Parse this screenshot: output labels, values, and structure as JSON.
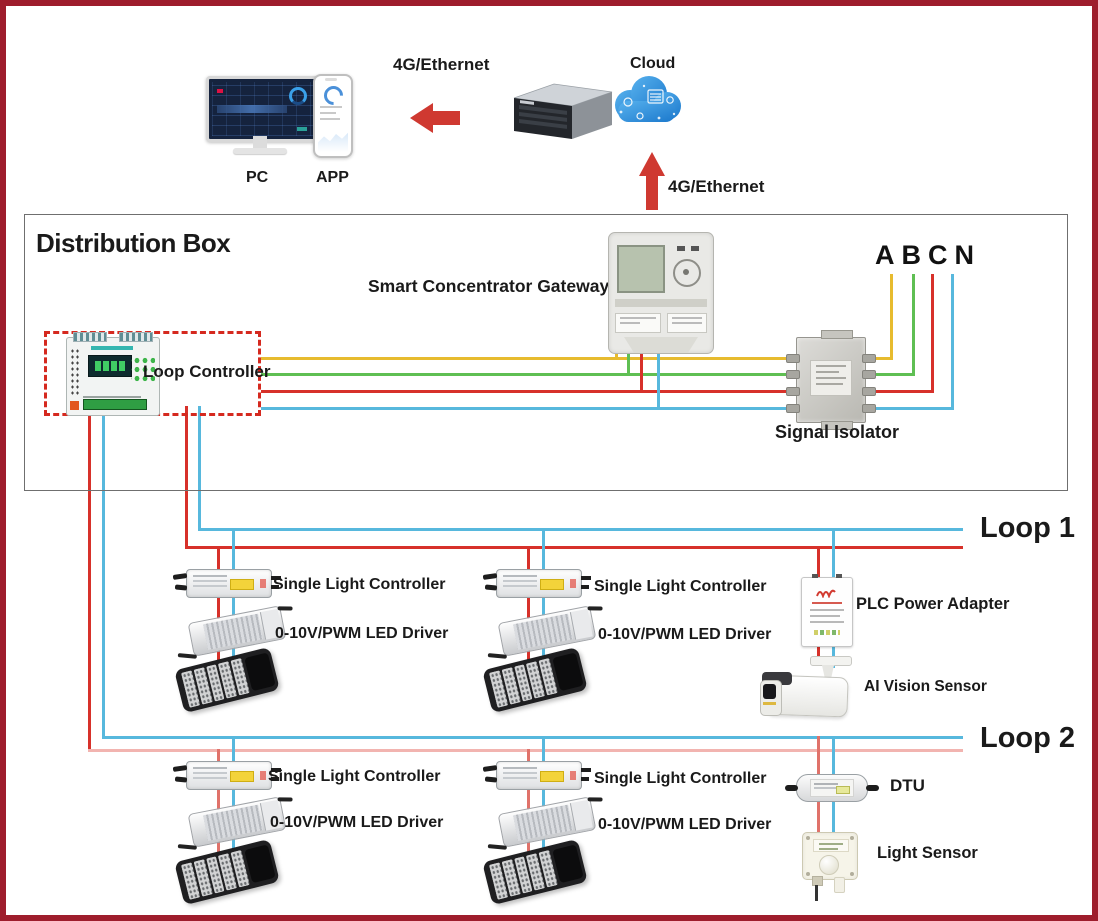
{
  "header": {
    "pc_label": "PC",
    "app_label": "APP",
    "link_left_label": "4G/Ethernet",
    "cloud_label": "Cloud",
    "link_right_label": "4G/Ethernet"
  },
  "distribution_box": {
    "title": "Distribution Box",
    "gateway_label": "Smart Concentrator Gateway",
    "loop_controller_label": "Loop Controller",
    "signal_isolator_label": "Signal Isolator",
    "phase_label": "ABCN"
  },
  "loop1": {
    "label": "Loop 1",
    "columns": [
      {
        "device1": "Single Light Controller",
        "device2": "0-10V/PWM LED Driver"
      },
      {
        "device1": "Single Light Controller",
        "device2": "0-10V/PWM LED Driver"
      },
      {
        "device1": "PLC Power Adapter",
        "device2": "AI Vision Sensor"
      }
    ]
  },
  "loop2": {
    "label": "Loop 2",
    "columns": [
      {
        "device1": "Single Light Controller",
        "device2": "0-10V/PWM LED Driver"
      },
      {
        "device1": "Single Light Controller",
        "device2": "0-10V/PWM LED Driver"
      },
      {
        "device1": "DTU",
        "device2": "Light Sensor"
      }
    ]
  },
  "colors": {
    "phase_a_yellow": "#e7bb2f",
    "phase_b_green": "#5fbf53",
    "phase_c_red": "#d7312a",
    "phase_n_blue": "#57b8dd",
    "loop2_red_light": "#f2b4b0",
    "loop2_red_drop": "#e0726a",
    "arrow_red": "#cf3931",
    "outer_border_red": "#9e1d2c",
    "dashed_box_red": "#d5291f"
  }
}
